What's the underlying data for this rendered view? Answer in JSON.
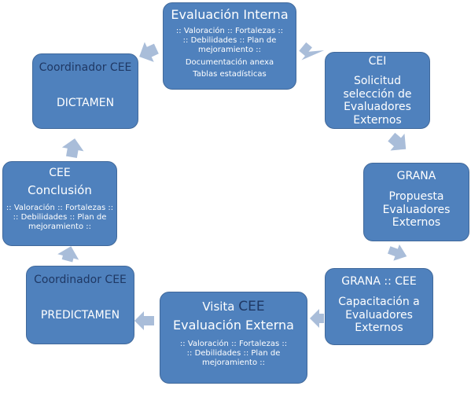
{
  "nodes": {
    "evaluacion_interna": {
      "title": "Evaluación Interna",
      "line1": ":: Valoración :: Fortalezas ::",
      "line2": ":: Debilidades :: Plan de",
      "line3": "mejoramiento ::",
      "line4": "Documentación anexa",
      "line5": "Tablas estadísticas"
    },
    "cei": {
      "title": "CEI",
      "line1": "Solicitud",
      "line2": "selección de",
      "line3": "Evaluadores",
      "line4": "Externos"
    },
    "grana": {
      "title": "GRANA",
      "line1": "Propuesta",
      "line2": "Evaluadores",
      "line3": "Externos"
    },
    "grana_cee": {
      "title": "GRANA :: CEE",
      "line1": "Capacitación a",
      "line2": "Evaluadores",
      "line3": "Externos"
    },
    "visita": {
      "title_a": "Visita",
      "title_b": "CEE",
      "subtitle": "Evaluación Externa",
      "line1": ":: Valoración :: Fortalezas ::",
      "line2": ":: Debilidades :: Plan de",
      "line3": "mejoramiento ::"
    },
    "predictamen": {
      "title": "Coordinador CEE",
      "label": "PREDICTAMEN"
    },
    "conclusion": {
      "title": "CEE",
      "subtitle": "Conclusión",
      "line1": ":: Valoración :: Fortalezas ::",
      "line2": ":: Debilidades :: Plan de",
      "line3": "mejoramiento ::"
    },
    "dictamen": {
      "title": "Coordinador CEE",
      "label": "DICTAMEN"
    }
  },
  "colors": {
    "box_fill": "#4f81bd",
    "box_border": "#41699b",
    "arrow": "#a9bdd9",
    "title_navy": "#1f3864"
  }
}
